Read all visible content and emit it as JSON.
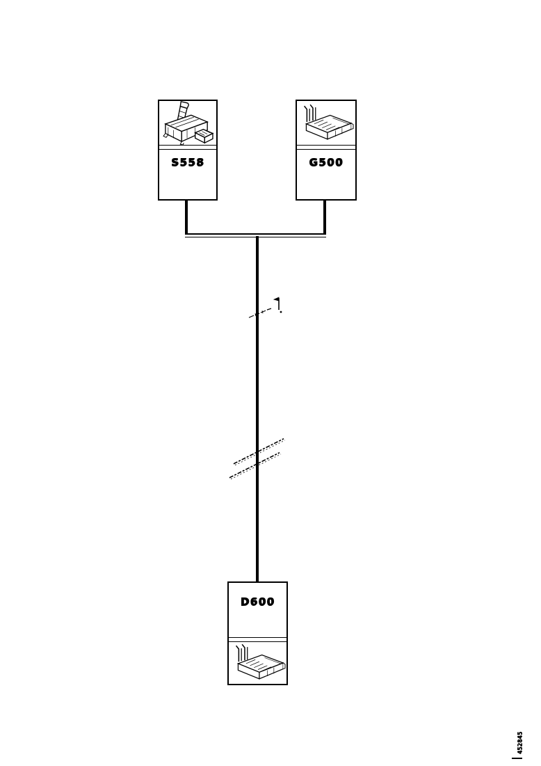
{
  "canvas": {
    "background": "#ffffff",
    "ink": "#000000"
  },
  "components": {
    "s558": {
      "label": "S558"
    },
    "g500": {
      "label": "G500"
    },
    "d600": {
      "label": "D600"
    }
  },
  "annotations": {
    "doc_id": "452845"
  }
}
